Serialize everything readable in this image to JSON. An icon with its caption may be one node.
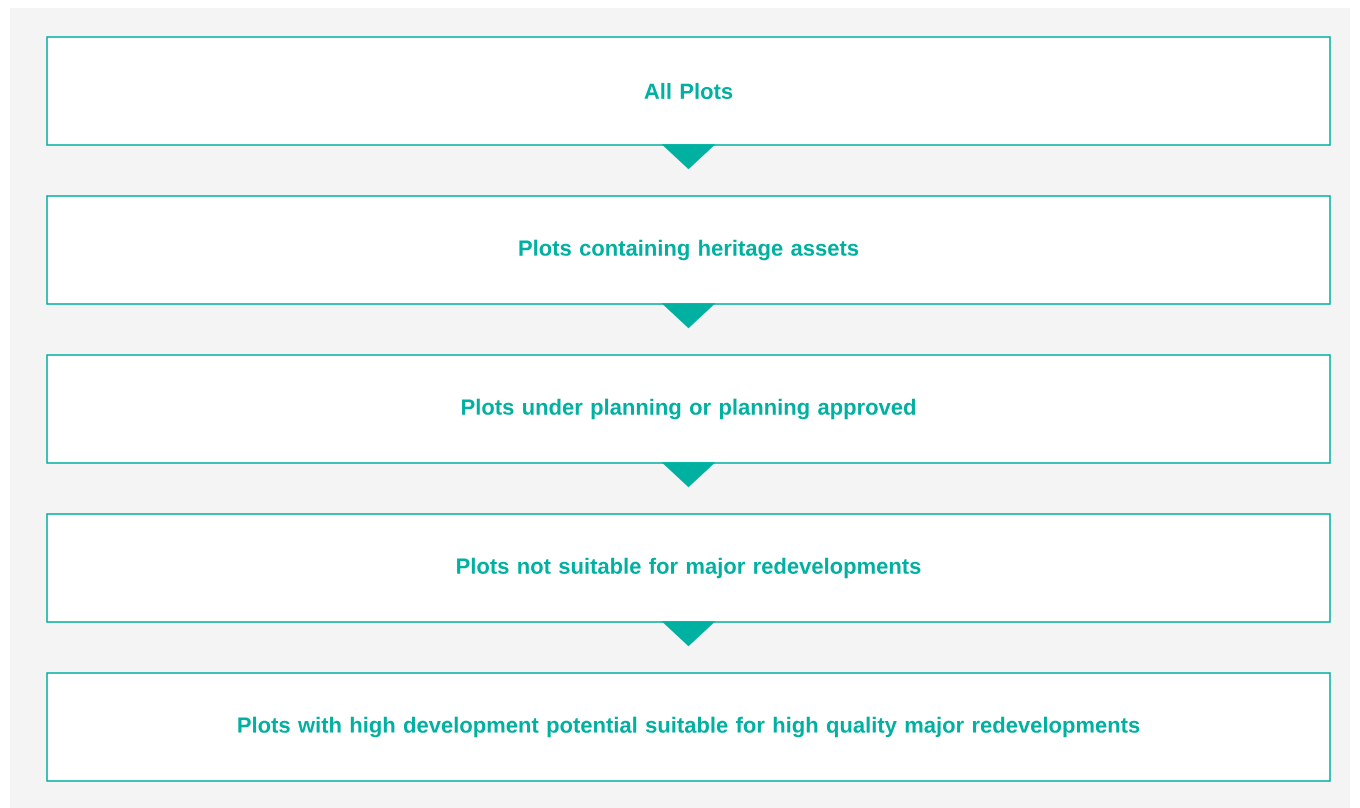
{
  "diagram": {
    "nodes": [
      {
        "text": [
          "All Plots"
        ]
      },
      {
        "text": [
          "Plots containing heritage assets"
        ]
      },
      {
        "text": [
          "Plots under planning or planning approved"
        ]
      },
      {
        "text": [
          "Plots not suitable for major redevelopments"
        ]
      },
      {
        "text": [
          "Plots with high development potential suitable for high quality major redevelopments"
        ]
      }
    ],
    "edges": [
      {
        "from": 0,
        "to": 1,
        "arrow": "to"
      },
      {
        "from": 1,
        "to": 2,
        "arrow": "to"
      },
      {
        "from": 2,
        "to": 3,
        "arrow": "to"
      },
      {
        "from": 3,
        "to": 4,
        "arrow": "to"
      }
    ]
  }
}
